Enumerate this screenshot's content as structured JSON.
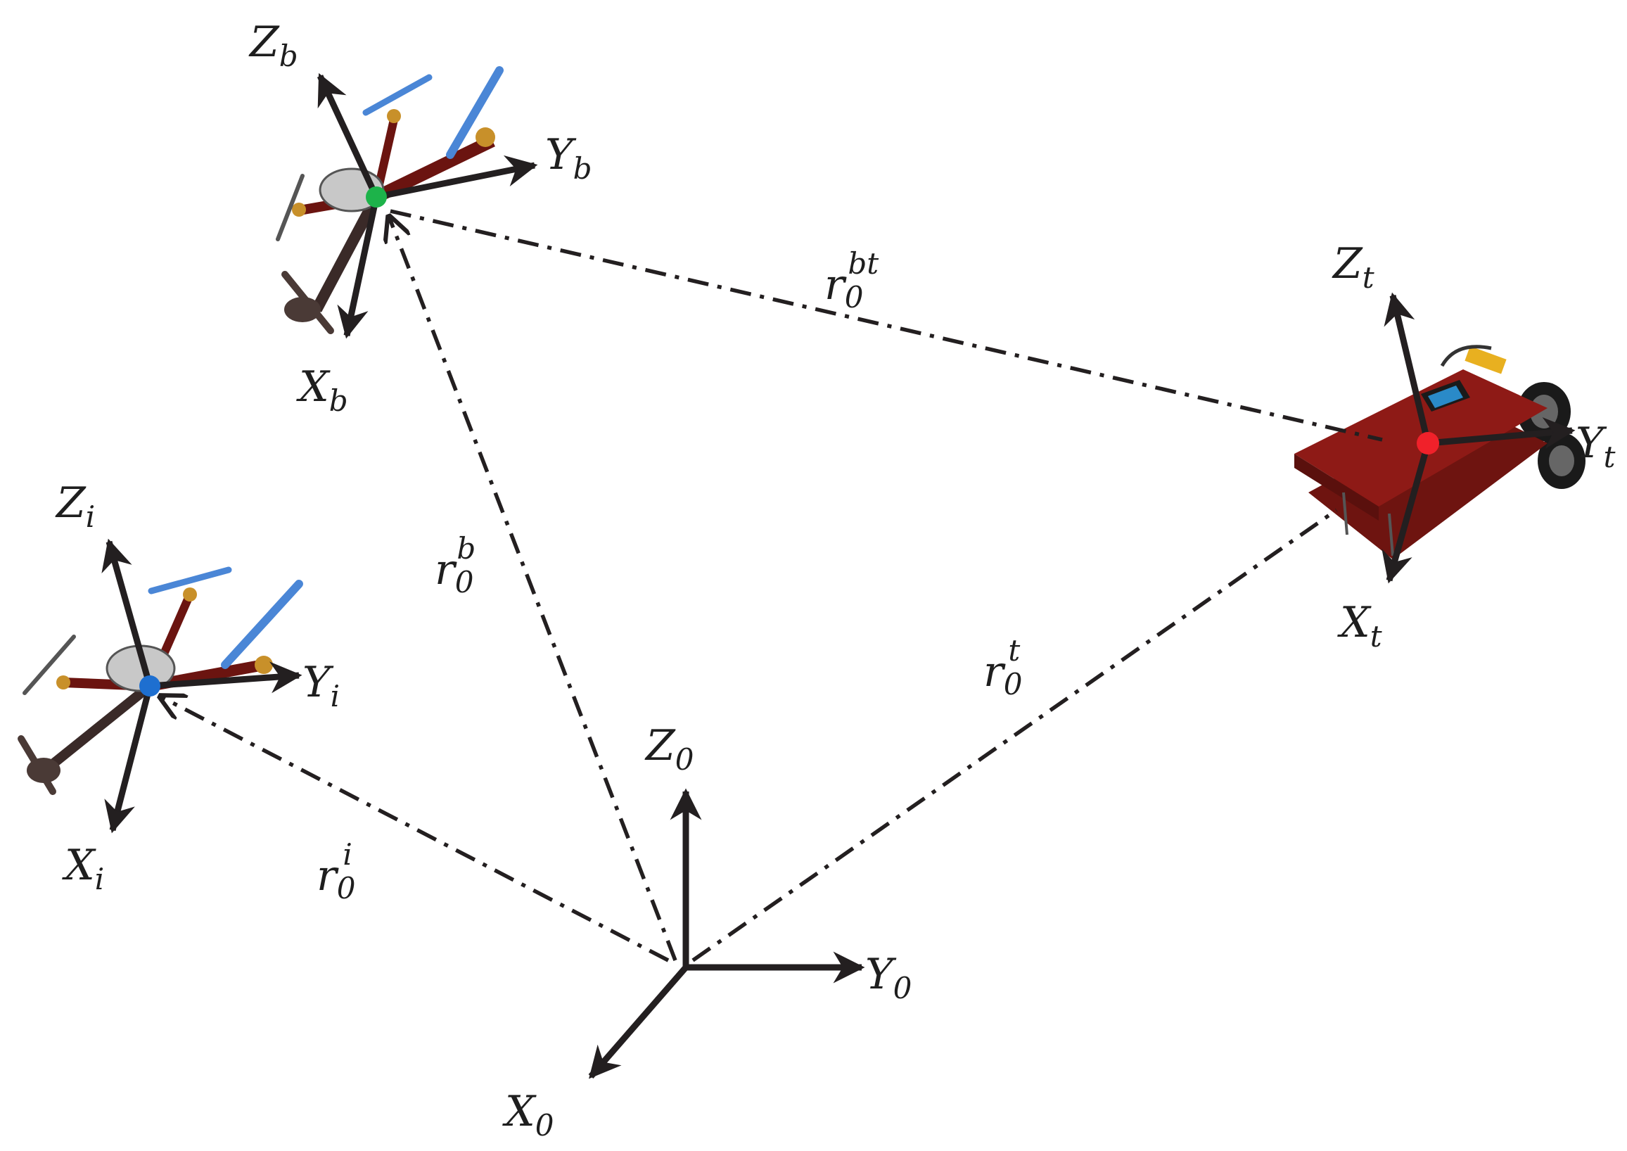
{
  "colors": {
    "ink": "#231f20",
    "drone_b_center": "#1db34a",
    "drone_i_center": "#1e6fd0",
    "rover_center": "#f0212a",
    "rover_body": "#8e1a16",
    "propeller": "#4a86d6"
  },
  "frames": {
    "world": {
      "x": {
        "base": "X",
        "sub": "0"
      },
      "y": {
        "base": "Y",
        "sub": "0"
      },
      "z": {
        "base": "Z",
        "sub": "0"
      }
    },
    "drone_b": {
      "x": {
        "base": "X",
        "sub": "b"
      },
      "y": {
        "base": "Y",
        "sub": "b"
      },
      "z": {
        "base": "Z",
        "sub": "b"
      }
    },
    "drone_i": {
      "x": {
        "base": "X",
        "sub": "i"
      },
      "y": {
        "base": "Y",
        "sub": "i"
      },
      "z": {
        "base": "Z",
        "sub": "i"
      }
    },
    "rover_t": {
      "x": {
        "base": "X",
        "sub": "t"
      },
      "y": {
        "base": "Y",
        "sub": "t"
      },
      "z": {
        "base": "Z",
        "sub": "t"
      }
    }
  },
  "vectors": {
    "r_b": {
      "base": "r",
      "sub": "0",
      "sup": "b"
    },
    "r_i": {
      "base": "r",
      "sub": "0",
      "sup": "i"
    },
    "r_t": {
      "base": "r",
      "sub": "0",
      "sup": "t"
    },
    "r_bt": {
      "base": "r",
      "sub": "0",
      "sup": "bt"
    }
  },
  "icons": {
    "drone_b": "quadcopter-icon",
    "drone_i": "quadcopter-icon",
    "rover": "ground-robot-icon"
  }
}
